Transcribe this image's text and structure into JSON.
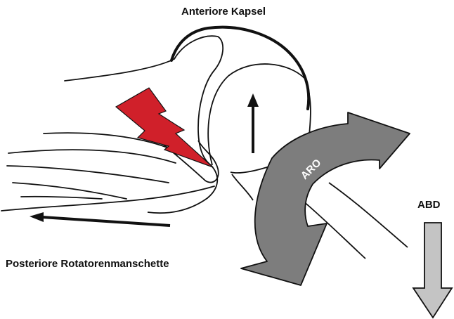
{
  "labels": {
    "anterior_capsule": "Anteriore Kapsel",
    "posterior_cuff": "Posteriore Rotatorenmanschette",
    "abd": "ABD",
    "aro": "ARO"
  },
  "icons": {
    "pain": "lightning-bolt-icon",
    "translation": "arrow-up-icon",
    "pull": "arrow-left-icon",
    "rotation": "curved-arrow-icon",
    "abduction": "arrow-down-icon"
  },
  "colors": {
    "outline": "#111111",
    "lightning": "#d0202a",
    "rotation_arrow": "#7d7d7d",
    "abduction_arrow": "#c4c4c4"
  }
}
